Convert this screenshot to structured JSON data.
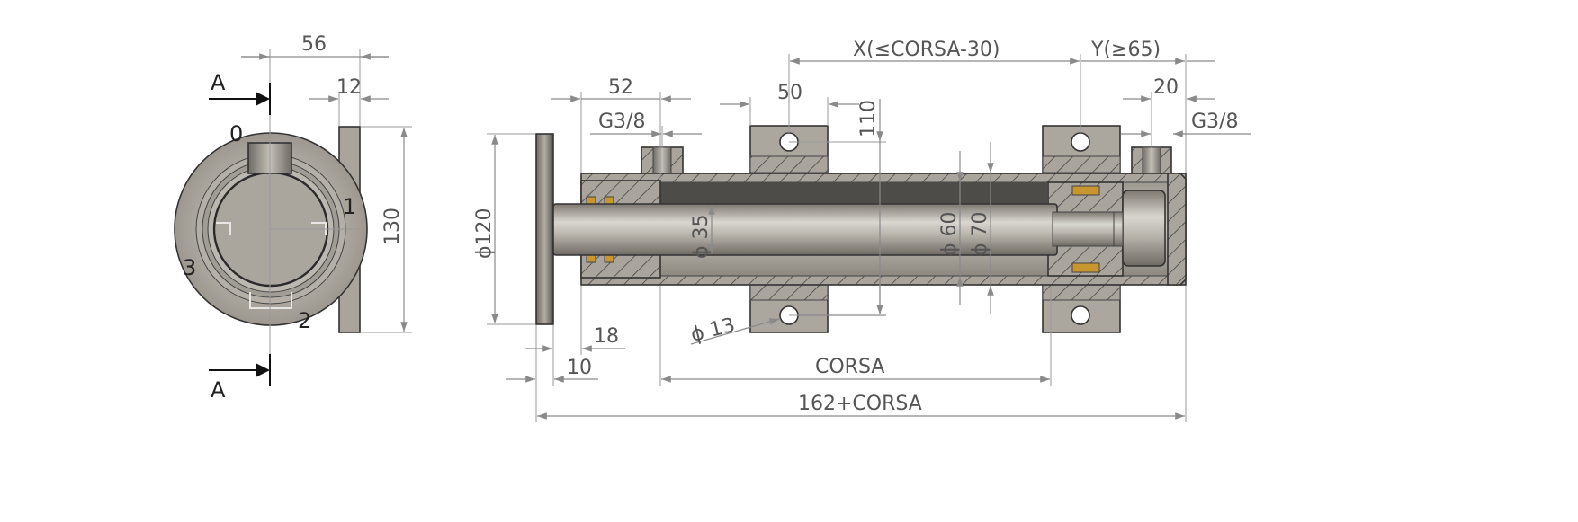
{
  "colors": {
    "steel": "#a9a49c",
    "steel_light": "#c4c0b8",
    "steel_dark": "#7e7a73",
    "rod_dark": "#4a4a4a",
    "seal": "#c8962e",
    "dim_line": "#8a8a8a",
    "outline": "#333333"
  },
  "front_view": {
    "section_mark_top": "A",
    "section_mark_bottom": "A",
    "port_labels": [
      "0",
      "1",
      "2",
      "3"
    ],
    "dim_width": "56",
    "dim_flange_thickness": "12",
    "dim_height": "130"
  },
  "side_view": {
    "dim_flange_diameter": "ϕ120",
    "dim_head_length": "52",
    "dim_port_rear": "G3/8",
    "dim_mount_width": "50",
    "dim_mount_height": "110",
    "dim_x": "X(≤CORSA-30)",
    "dim_y": "Y(≥65)",
    "dim_rear_offset": "20",
    "dim_port_front": "G3/8",
    "dim_rod_diameter": "ϕ 35",
    "dim_bore_diameter": "ϕ 60",
    "dim_outer_diameter": "ϕ 70",
    "dim_hole_diameter": "ϕ 13",
    "dim_gap": "18",
    "dim_flange_thick": "10",
    "dim_stroke": "CORSA",
    "dim_total": "162+CORSA"
  }
}
